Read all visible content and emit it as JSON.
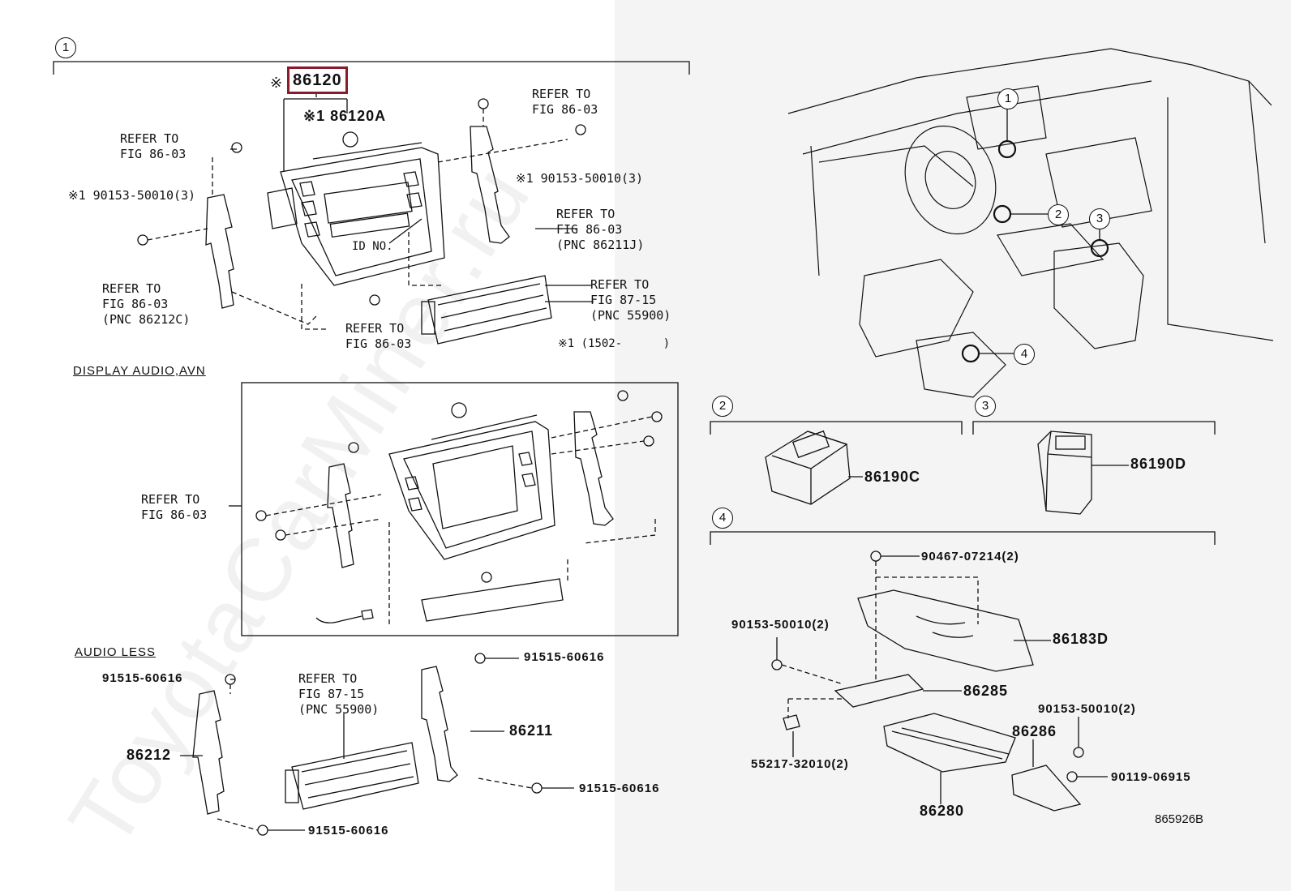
{
  "diagram": {
    "section_markers": {
      "s1": "1",
      "s2": "2",
      "s3": "3",
      "s4": "4"
    },
    "vehicle_markers": {
      "v1": "1",
      "v2": "2",
      "v3": "3",
      "v4": "4"
    },
    "highlighted_part": "86120",
    "main_labels": {
      "ref_mark": "※",
      "p86120a": "※1 86120A",
      "ref_top_left": "REFER TO\nFIG 86-03",
      "screw_left": "※1 90153-50010(3)",
      "ref_left_pnc": "REFER TO\nFIG 86-03\n(PNC 86212C)",
      "ref_top_right": "REFER TO\nFIG 86-03",
      "screw_right": "※1 90153-50010(3)",
      "ref_right_pnc": "REFER TO\nFIG 86-03\n(PNC 86211J)",
      "id_no": "ID NO.",
      "ref_bottom_mid": "REFER TO\nFIG 86-03",
      "ref_fig87": "REFER TO\nFIG 87-15\n(PNC 55900)",
      "date_note": "※1 (1502-      )"
    },
    "display_audio": {
      "title": "DISPLAY AUDIO,AVN",
      "ref": "REFER TO\nFIG 86-03"
    },
    "audio_less": {
      "title": "AUDIO LESS",
      "s_left_top": "91515-60616",
      "s_right_top": "91515-60616",
      "s_right_bottom": "91515-60616",
      "s_left_bottom": "91515-60616",
      "p86212": "86212",
      "p86211": "86211",
      "ref": "REFER TO\nFIG 87-15\n(PNC 55900)"
    },
    "sec2": {
      "part": "86190C"
    },
    "sec3": {
      "part": "86190D"
    },
    "sec4": {
      "p90467": "90467-07214(2)",
      "p90153a": "90153-50010(2)",
      "p86183d": "86183D",
      "p86285": "86285",
      "p90153b": "90153-50010(2)",
      "p86286": "86286",
      "p55217": "55217-32010(2)",
      "p90119": "90119-06915",
      "p86280": "86280"
    },
    "figure_code": "865926B",
    "watermark": "ToyotaCarMiner.ru"
  }
}
